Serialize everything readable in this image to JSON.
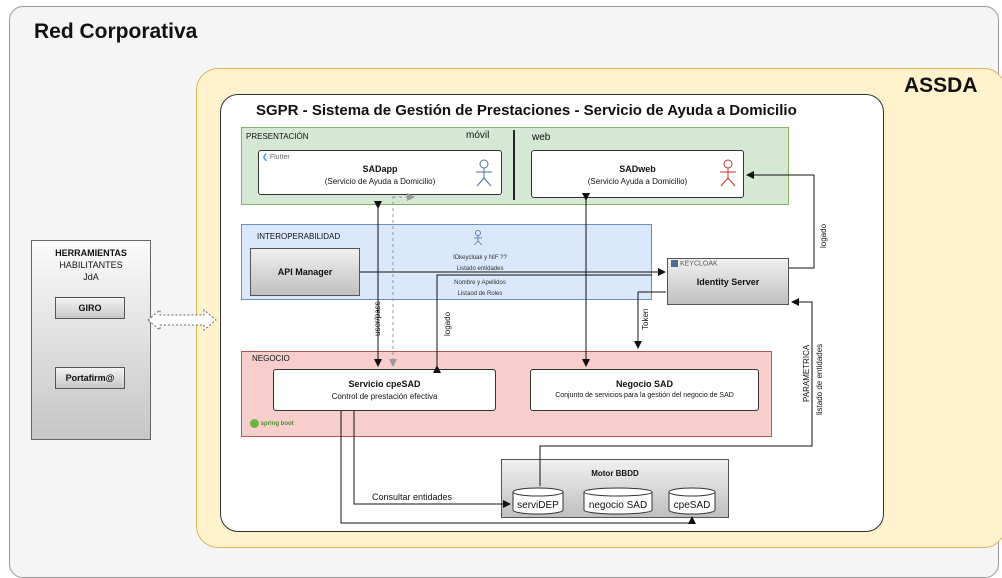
{
  "corporate": {
    "title": "Red Corporativa"
  },
  "assda": {
    "title": "ASSDA"
  },
  "sgpr": {
    "title": "SGPR - Sistema de Gestión de Prestaciones - Servicio de Ayuda a Domicilio"
  },
  "tools": {
    "title1": "HERRAMIENTAS",
    "title2": "HABILITANTES",
    "title3": "JdA",
    "giro": "GIRO",
    "portafirma": "Portafirm@"
  },
  "presentacion": {
    "label": "PRESENTACIÓN",
    "movil": "móvil",
    "web": "web",
    "flutter": "Flutter",
    "sadapp_title": "SADapp",
    "sadapp_sub": "(Servicio de Ayuda a Domicilio)",
    "sadweb_title": "SADweb",
    "sadweb_sub": "(Servicio Ayuda a Domicilio)"
  },
  "interop": {
    "label": "INTEROPERABILIDAD",
    "api_manager": "API Manager",
    "note1": "IDkeycloak y NIF ??",
    "note2": "Listado entidades",
    "note3": "Nombre y Apellidos",
    "note4": "Listaod de Roles"
  },
  "identity": {
    "keycloak": "KEYCLOAK",
    "title": "Identity Server"
  },
  "negocio": {
    "label": "NEGOCIO",
    "cpe_title": "Servicio cpeSAD",
    "cpe_sub": "Control de prestación efectiva",
    "neg_title": "Negocio SAD",
    "neg_sub": "Conjunto de servicios para la gestión del negocio de SAD",
    "spring": "spring boot"
  },
  "motor": {
    "title": "Motor BBDD",
    "db1": "serviDEP",
    "db2": "negocio SAD",
    "db3": "cpeSAD"
  },
  "edges": {
    "userpass": "user/pass",
    "logado1": "logado",
    "logado2": "logado",
    "token": "Token",
    "parametrica": "PARAMETRICA",
    "listado": "listado de entidades",
    "consultar": "Consultar entidades"
  },
  "colors": {
    "assda_fill": "#fff2cc",
    "assda_border": "#d6b656",
    "presentacion_fill": "#d5e8d4",
    "interop_fill": "#dae8fc",
    "negocio_fill": "#f8cecc",
    "gray_fill": "#d9d9d9"
  }
}
